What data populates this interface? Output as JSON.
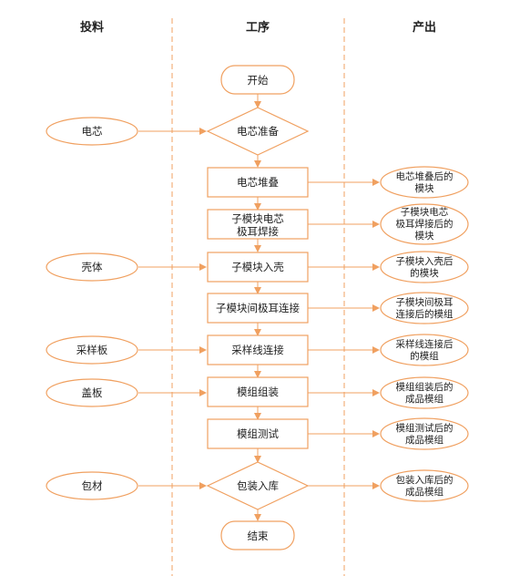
{
  "headers": {
    "input": "投料",
    "process": "工序",
    "output": "产出"
  },
  "steps": {
    "start": "开始",
    "cell_prep": "电芯准备",
    "cell_stack": "电芯堆叠",
    "tab_weld": [
      "子模块电芯",
      "极耳焊接"
    ],
    "into_shell": "子模块入壳",
    "tab_connect": "子模块间极耳连接",
    "sampling_wire": "采样线连接",
    "module_assembly": "模组组装",
    "module_test": "模组测试",
    "packaging": "包装入库",
    "end": "结束"
  },
  "inputs": {
    "cell": "电芯",
    "shell": "壳体",
    "sampling_board": "采样板",
    "cover": "盖板",
    "packaging_material": "包材"
  },
  "outputs": {
    "stacked_cell": [
      "电芯堆叠后的",
      "模块"
    ],
    "welded_module": [
      "子模块电芯",
      "极耳焊接后的",
      "模块"
    ],
    "shelled_module": [
      "子模块入壳后",
      "的模块"
    ],
    "connected_group": [
      "子模块间极耳",
      "连接后的模组"
    ],
    "wired_group": [
      "采样线连接后",
      "的模组"
    ],
    "assembled_product": [
      "模组组装后的",
      "成品模组"
    ],
    "tested_product": [
      "模组测试后的",
      "成品模组"
    ],
    "packed_product": [
      "包装入库后的",
      "成品模组"
    ]
  },
  "colors": {
    "stroke": "#f0a060",
    "fill": "#ffffff",
    "divider": "#f0a060"
  }
}
